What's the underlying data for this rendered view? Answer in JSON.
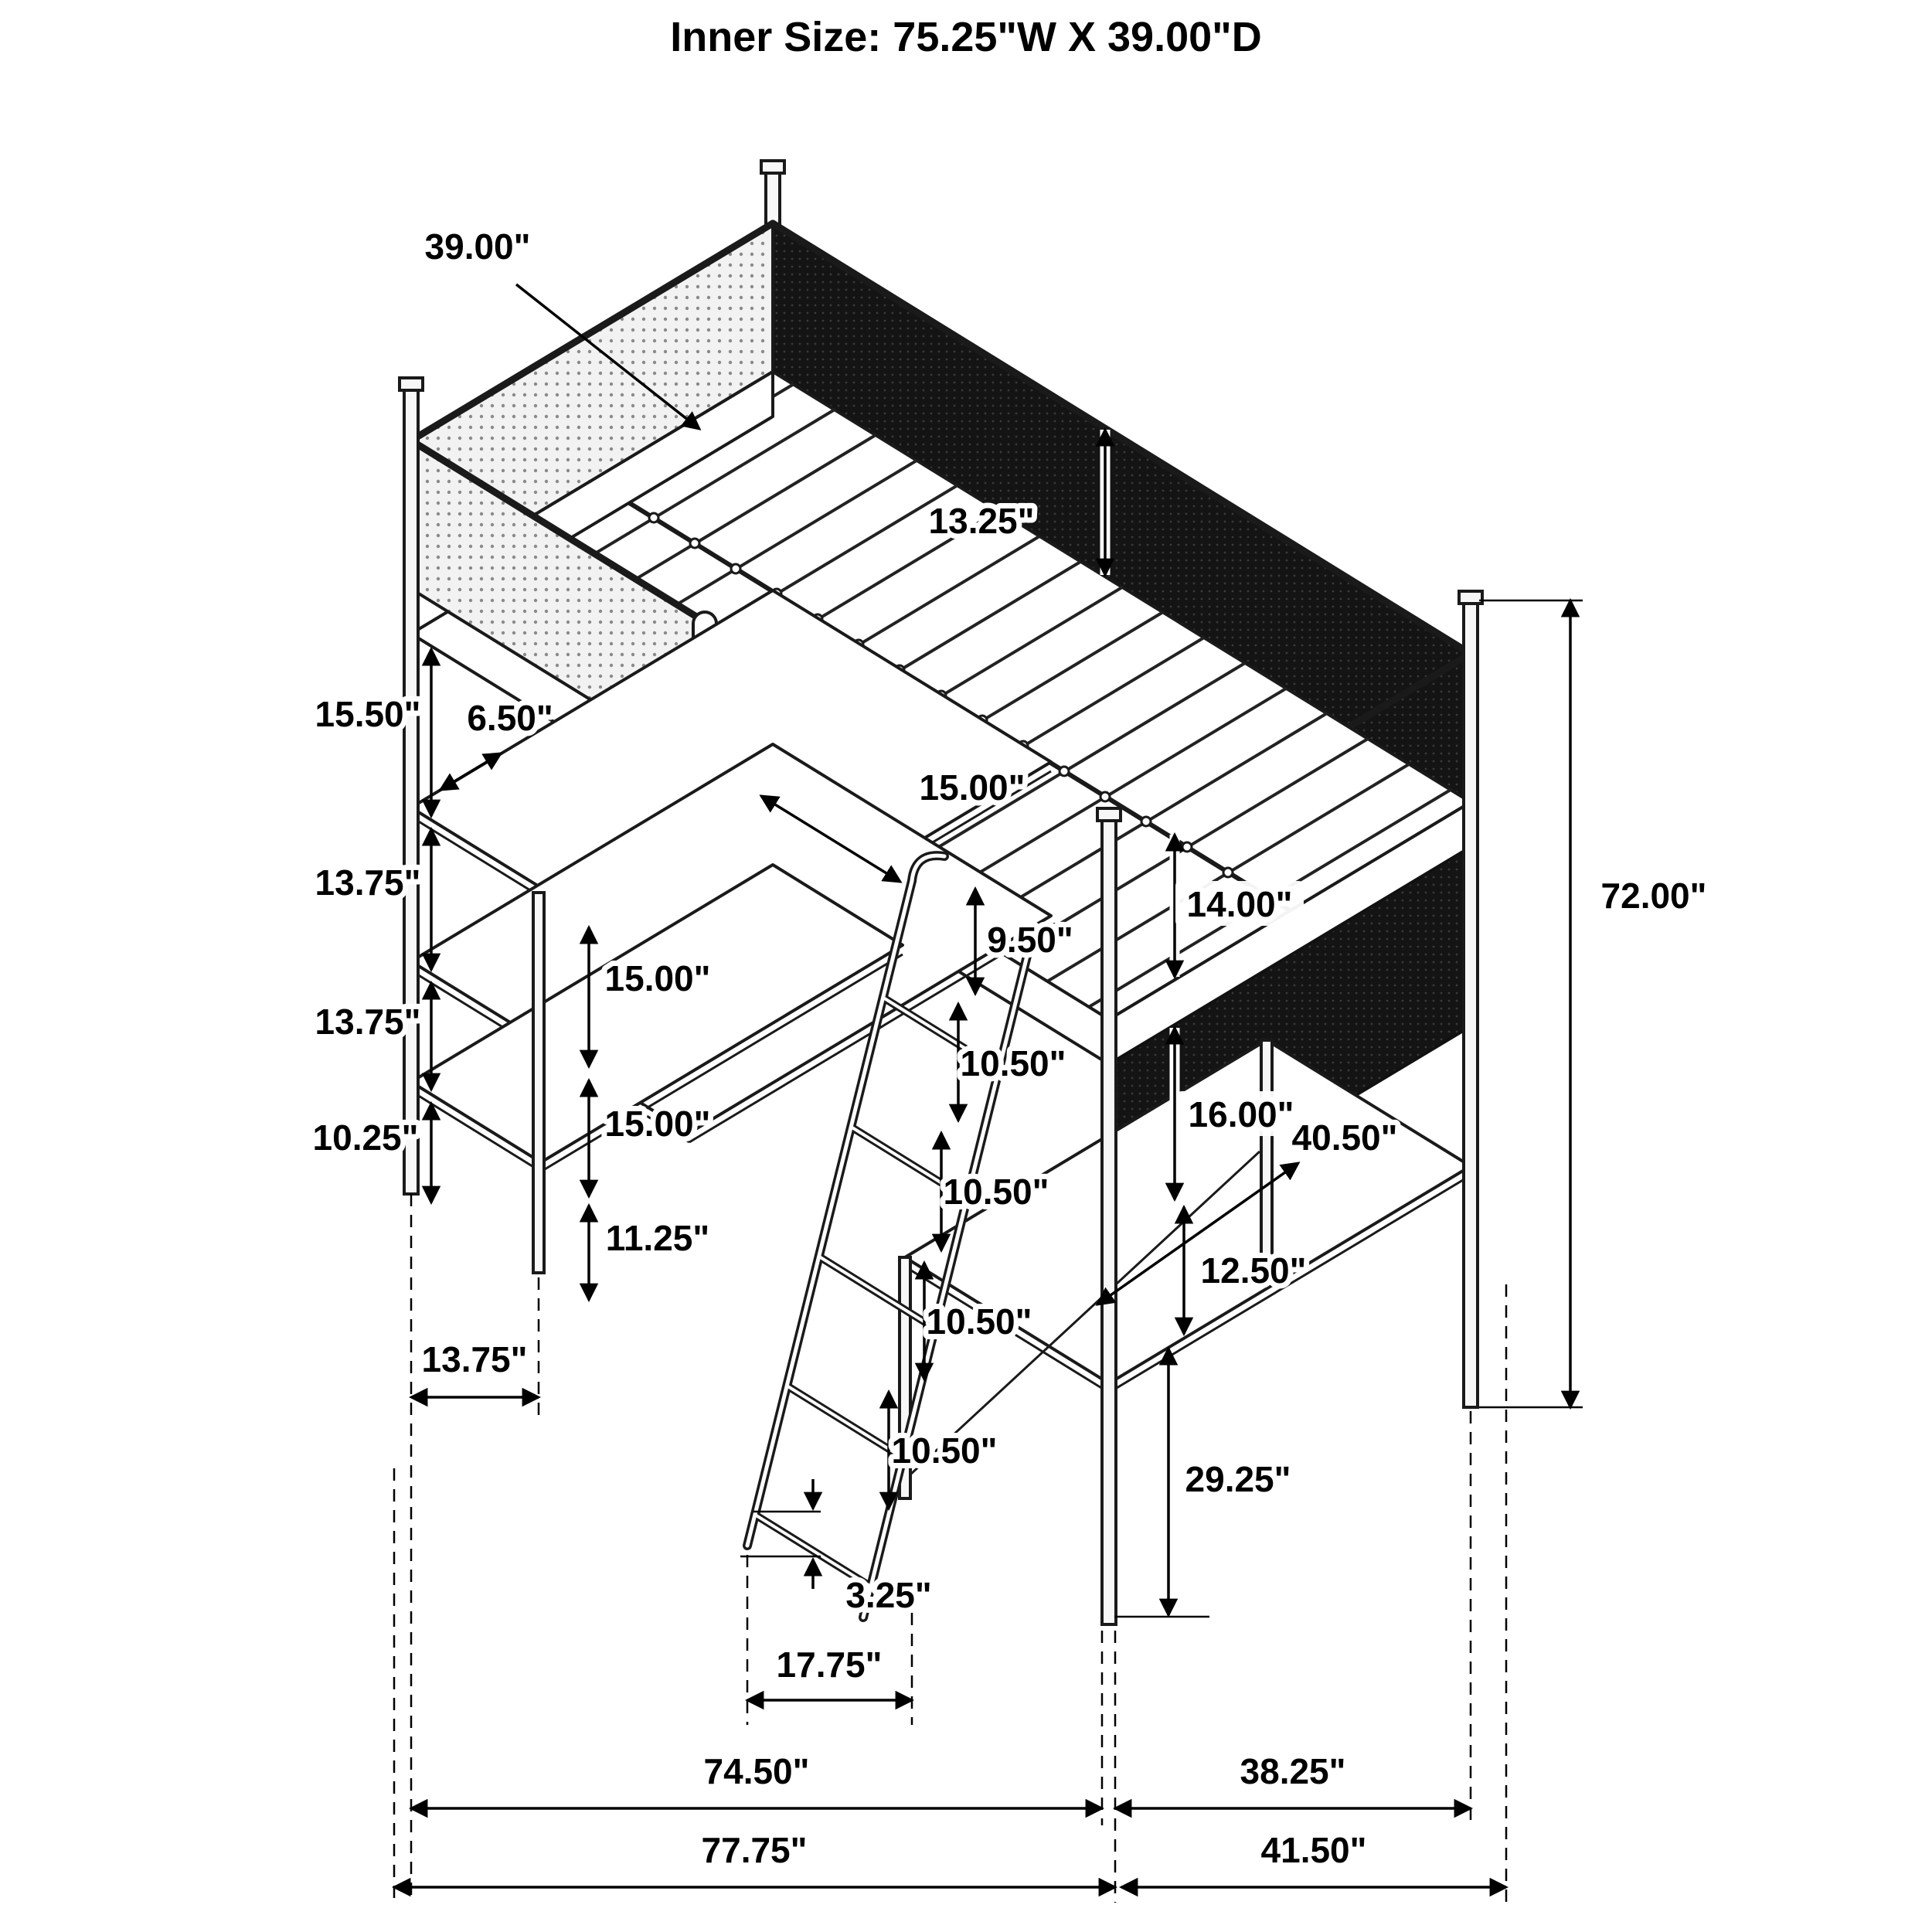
{
  "title": "Inner Size: 75.25\"W X 39.00\"D",
  "colors": {
    "line": "#1a1a1a",
    "mesh_panel": "#141414",
    "background": "#ffffff"
  },
  "labels": {
    "inner_depth": "39.00\"",
    "rail_height": "13.25\"",
    "gap_platform_desk": "15.50\"",
    "desk_corner": "6.50\"",
    "gap_desk_shelf1": "13.75\"",
    "desk_opening_1": "15.00\"",
    "gap_shelf1_shelf2": "13.75\"",
    "desk_opening_2": "15.00\"",
    "gap_shelf2_floor": "10.25\"",
    "bottom_clearance": "11.25\"",
    "shelf_depth": "13.75\"",
    "rail_opening": "15.00\"",
    "end_panel_upper": "14.00\"",
    "ladder_top_gap": "9.50\"",
    "end_panel_lower": "16.00\"",
    "ladder_step_1": "10.50\"",
    "desk_diagonal": "40.50\"",
    "panel_desk_gap": "12.50\"",
    "ladder_step_2": "10.50\"",
    "ladder_step_3": "10.50\"",
    "total_height": "72.00\"",
    "desk_height": "29.25\"",
    "ladder_step_4": "10.50\"",
    "ladder_foot_gap": "3.25\"",
    "ladder_foot_offset": "17.75\"",
    "bed_length": "74.50\"",
    "desk_width": "38.25\"",
    "total_length": "77.75\"",
    "total_width": "41.50\""
  }
}
